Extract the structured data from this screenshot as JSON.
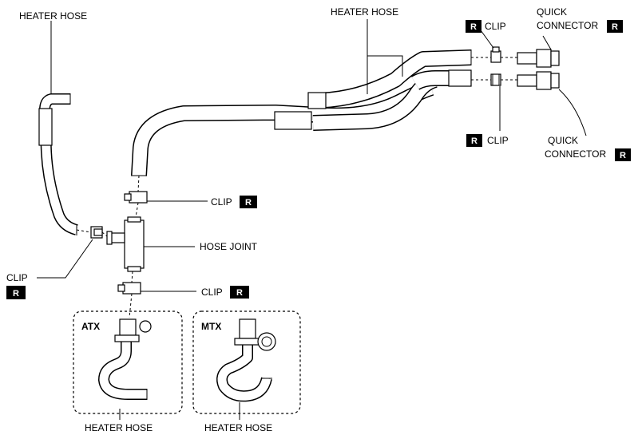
{
  "labels": {
    "heater_hose_left": "HEATER HOSE",
    "heater_hose_top": "HEATER HOSE",
    "clip_top_right": "CLIP",
    "quick_connector_top": [
      "QUICK",
      "CONNECTOR"
    ],
    "clip_right_lower": "CLIP",
    "quick_connector_bottom": [
      "QUICK",
      "CONNECTOR"
    ],
    "clip_center_upper": "CLIP",
    "hose_joint": "HOSE JOINT",
    "clip_left": "CLIP",
    "clip_center_lower": "CLIP",
    "atx": "ATX",
    "mtx": "MTX",
    "heater_hose_atx": "HEATER HOSE",
    "heater_hose_mtx": "HEATER HOSE"
  },
  "badge": "R"
}
